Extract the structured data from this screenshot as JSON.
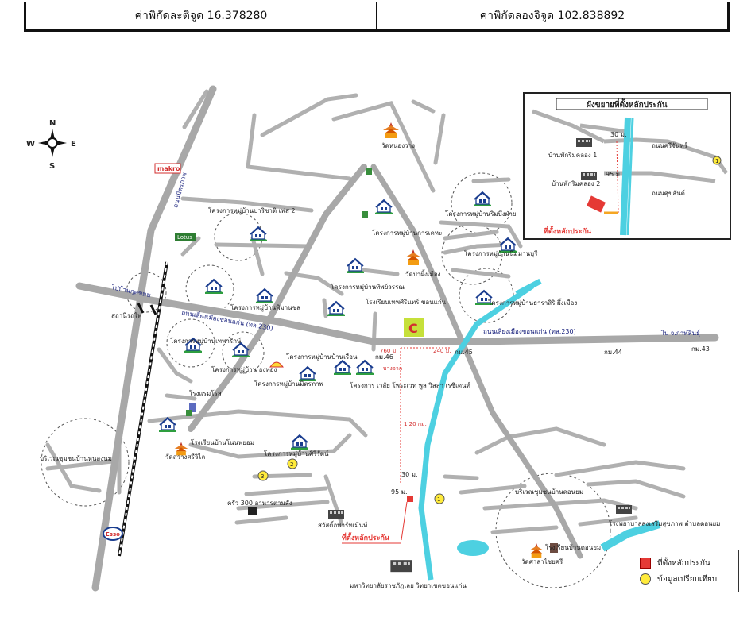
{
  "header": {
    "latitude_label": "ค่าพิกัดละติจูด 16.378280",
    "longitude_label": "ค่าพิกัดลองจิจูด 102.838892"
  },
  "compass": {
    "n": "N",
    "s": "S",
    "e": "E",
    "w": "W"
  },
  "inset": {
    "title": "ผังขยายที่ตั้งหลักประกัน",
    "labels": [
      "บ้านพักริมคลอง 1",
      "บ้านพักริมคลอง 2",
      "ถนนศรีจันทร์",
      "ถนนศุขสันต์",
      "30 ม.",
      "95 ม."
    ],
    "marker_label": "ที่ตั้งหลักประกัน",
    "point": "1"
  },
  "roads": {
    "main_road": "ถนนมิตรภาพ",
    "highway": "ถนนเลี่ยงเมืองขอนแก่น (ทล.230)",
    "highway_east": "ถนนเลี่ยงเมืองขอนแก่น (ทล.230)",
    "to_kalasin": "ไป จ.กาฬสินธุ์",
    "to_udon": "ไปบ้านกุดขมบ",
    "km_44": "กม.44",
    "km_43": "กม.43",
    "km_45": "กม.45",
    "km_46": "กม.46",
    "dist_760": "760 ม.",
    "dist_240": "240 ม.",
    "dist_120": "1.20 กม.",
    "dist_30": "30 ม.",
    "dist_95": "95 ม."
  },
  "places": {
    "makro": "makro",
    "lotus": "Lotus",
    "esso": "Esso",
    "shell": "Shell",
    "bangchak": "บางจาก",
    "wat_nong_wang": "วัดหนองวาง",
    "wat_pa_phueng": "วัดป่าผึ้งเมือง",
    "school_tech": "โรงเรียนเทพศิรินทร์ ขอนแก่น",
    "project_parichart": "โครงการหมู่บ้านปาริชาติ เฟส 2",
    "project_karnkha": "โครงการหมู่บ้านการเคหะ",
    "project_1": "โครงการหมู่บ้านริมบึงฝ่าย",
    "project_2": "โครงการหมู่บ้านทิพย์วรรณ",
    "project_3": "โครงการหมู่บ้านนิมมานบุรี",
    "project_4": "โครงการหมู่บ้านพิมานชล",
    "project_5": "โครงการหมู่บ้านมิตรภาพ",
    "project_6": "โครงการหมู่บ้านบ้านเรือน",
    "project_7": "โครงการหมู่บ้านเทพารักษ์",
    "project_8": "โครงการหมู่บ้านศิริรัตน์",
    "project_9": "โครงการ เวลัย โพระเวท พูล วิลล่า เรซิเดนท์",
    "project_10": "โครงการหมู่บ้านธาราสิริ ผึ้งเมือง",
    "project_11": "โครงการหมู่บ้าน ธงทอง",
    "community_1": "บริเวณชุมชนบ้านหนองนม",
    "community_2": "บริเวณชุมชนบ้านดอนยม",
    "hotel": "โรงแรมโรส",
    "temple_main": "วัดสว่างศรีวิไล",
    "school_local": "โรงเรียนบ้านโนนพยอม",
    "school_2": "โรงเรียนบ้านดอนยม",
    "temple_2": "วัดศาลาไชยศรี",
    "hospital": "โรงพยาบาลส่งเสริมสุขภาพ ตำบลดอนยม",
    "apartment": "สวัสดิ์อพาร์ทเม้นท์",
    "university": "มหาวิทยาลัยราชภัฏเลย วิทยาเขตขอนแก่น",
    "krua_300": "ครัว 300 อาหารตามสั่ง",
    "station": "สถานีรถไฟ",
    "big_logo": "C"
  },
  "marker_label": "ที่ตั้งหลักประกัน",
  "points": {
    "p1": "1",
    "p2": "2",
    "p3": "3"
  },
  "legend": {
    "collateral": "ที่ตั้งหลักประกัน",
    "comparison": "ข้อมูลเปรียบเทียบ"
  },
  "colors": {
    "road": "#b0b0b0",
    "canal": "#4dd0e1",
    "marker": "#e53935",
    "point": "#ffeb3b",
    "house_green": "#2e9e3f",
    "house_blue": "#1a3d8f"
  }
}
